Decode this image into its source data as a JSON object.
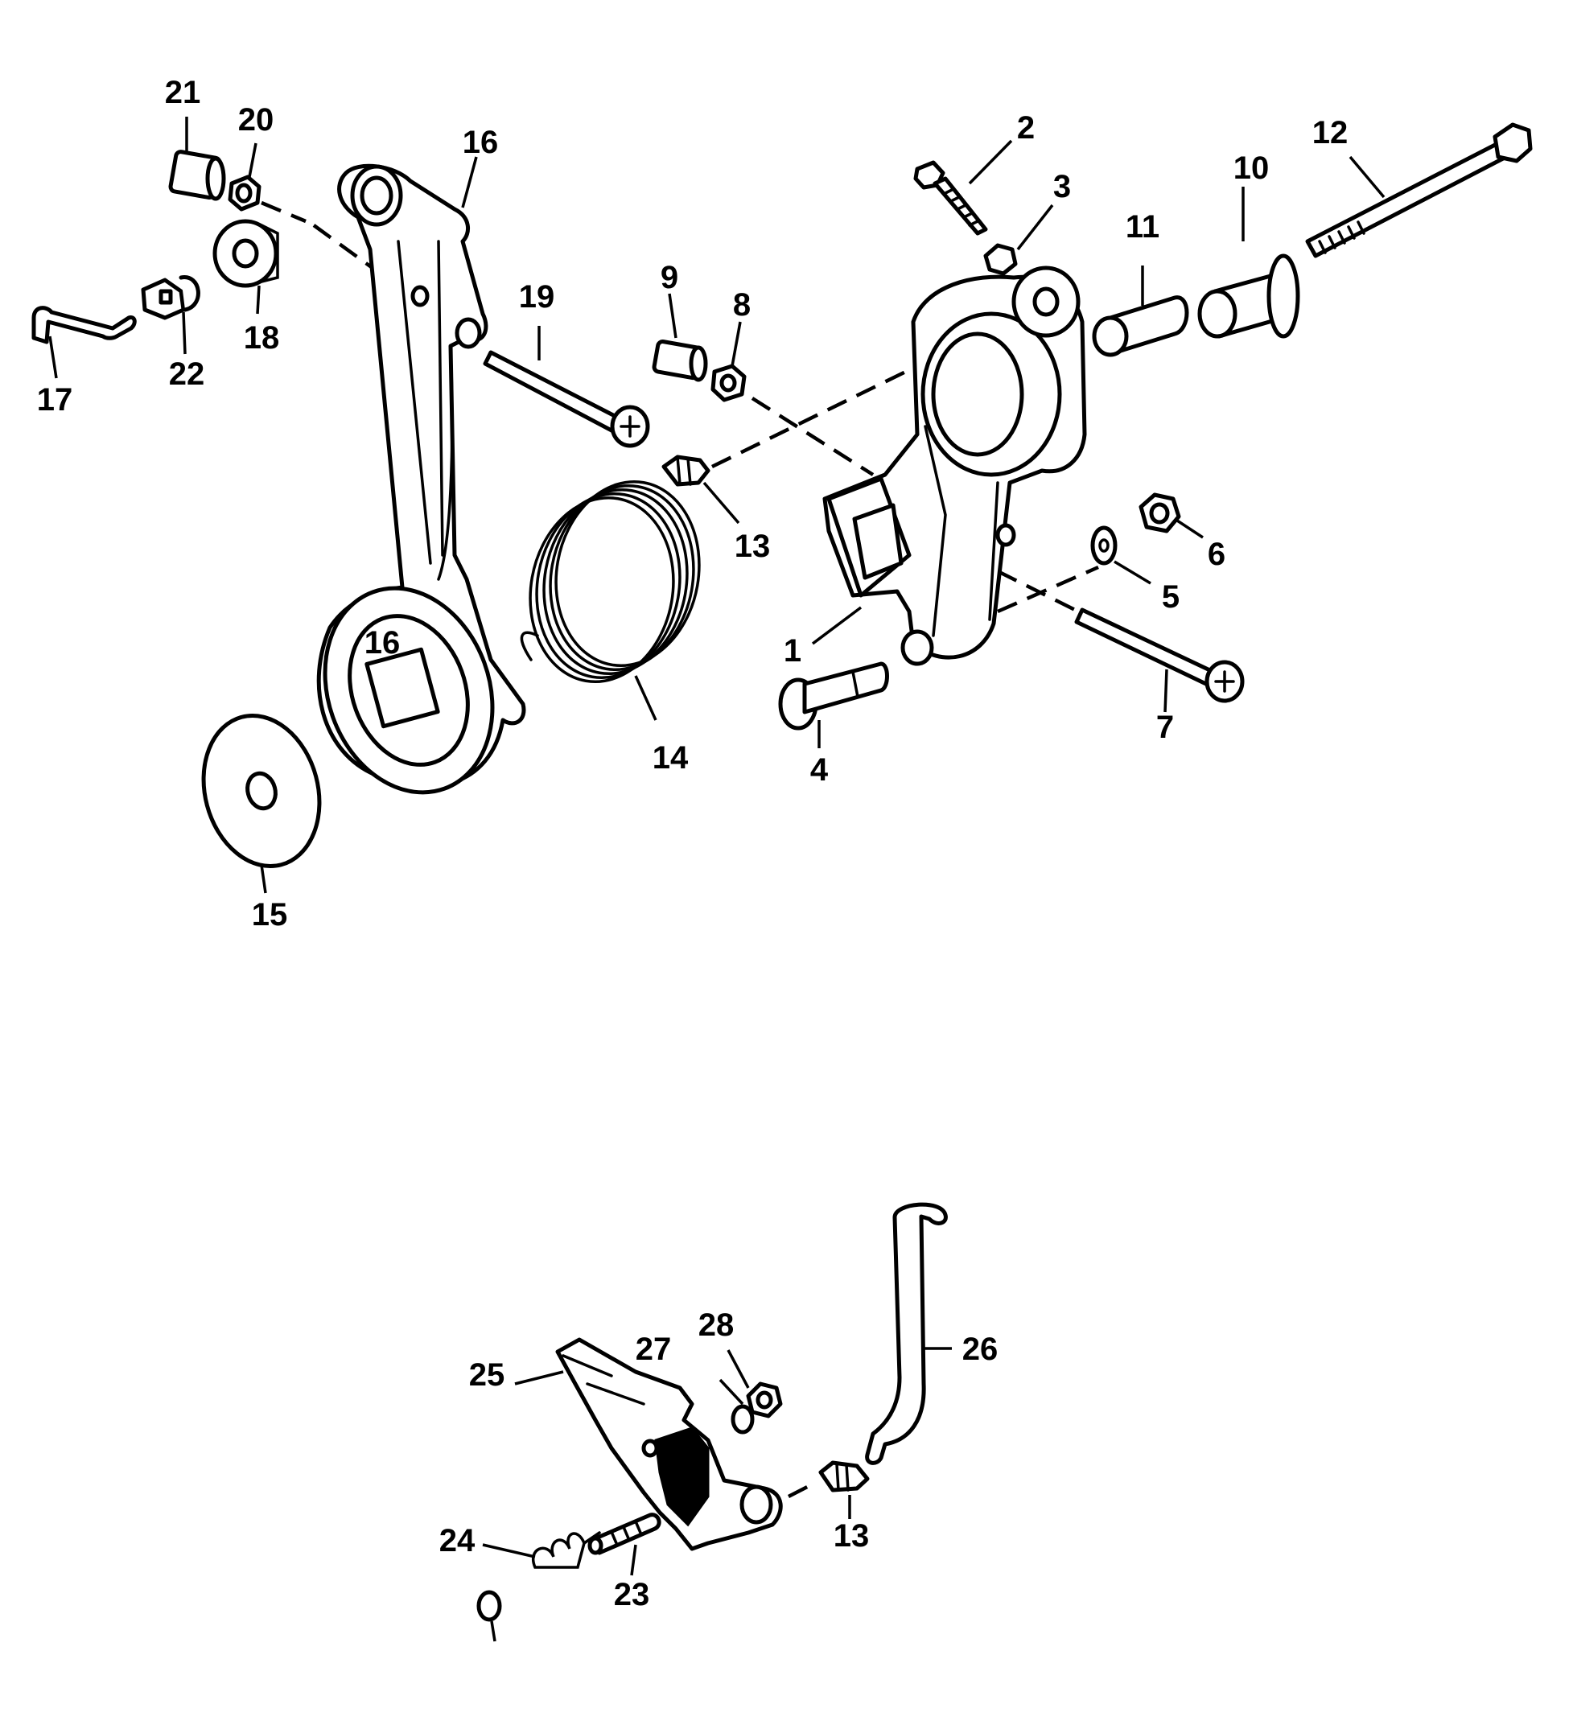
{
  "callouts": {
    "c1": "1",
    "c2": "2",
    "c3": "3",
    "c4": "4",
    "c5": "5",
    "c6": "6",
    "c7": "7",
    "c8": "8",
    "c9": "9",
    "c10": "10",
    "c11": "11",
    "c12": "12",
    "c13a": "13",
    "c13b": "13",
    "c14": "14",
    "c15": "15",
    "c16": "16",
    "c16b": "16",
    "c17": "17",
    "c18": "18",
    "c19": "19",
    "c20": "20",
    "c21": "21",
    "c22": "22",
    "c23": "23",
    "c24": "24",
    "c25": "25",
    "c26": "26",
    "c27": "27",
    "c28": "28"
  }
}
